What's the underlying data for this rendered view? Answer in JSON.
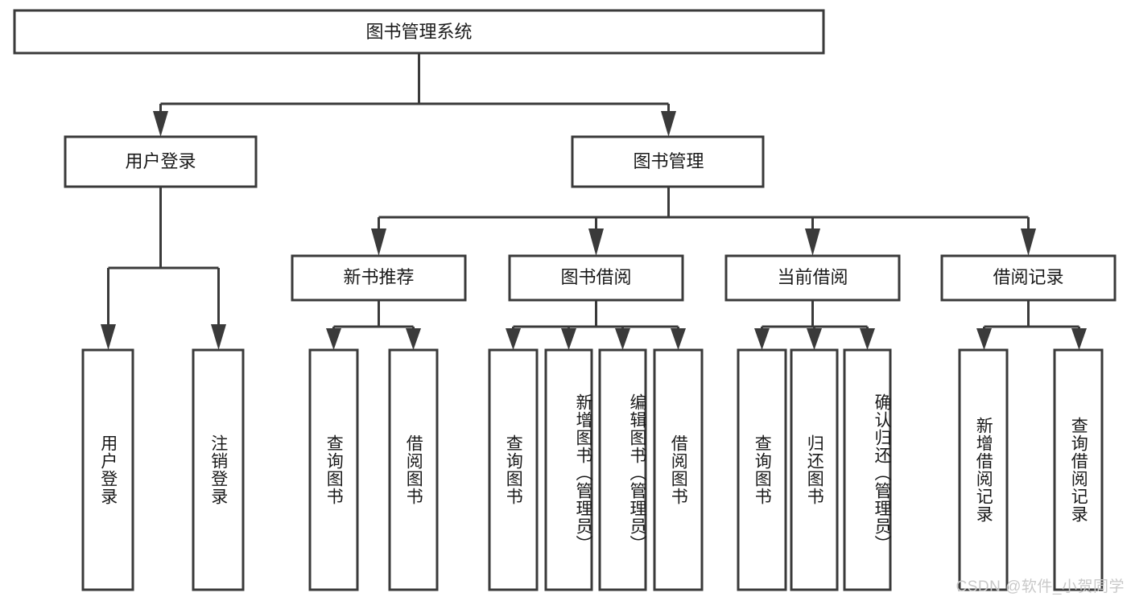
{
  "diagram": {
    "type": "tree-hierarchy",
    "title": "图书管理系统",
    "root": {
      "id": "root",
      "label": "图书管理系统",
      "orientation": "horizontal"
    },
    "level2": [
      {
        "id": "user-login",
        "label": "用户登录",
        "orientation": "horizontal"
      },
      {
        "id": "book-management",
        "label": "图书管理",
        "orientation": "horizontal"
      }
    ],
    "level3": [
      {
        "id": "new-book-recommend",
        "label": "新书推荐",
        "orientation": "horizontal",
        "parent": "book-management"
      },
      {
        "id": "book-borrow",
        "label": "图书借阅",
        "orientation": "horizontal",
        "parent": "book-management"
      },
      {
        "id": "current-borrow",
        "label": "当前借阅",
        "orientation": "horizontal",
        "parent": "book-management"
      },
      {
        "id": "borrow-record",
        "label": "借阅记录",
        "orientation": "horizontal",
        "parent": "book-management"
      }
    ],
    "leaves": [
      {
        "id": "leaf-user-login",
        "label": "用户登录",
        "parent": "user-login",
        "orientation": "vertical"
      },
      {
        "id": "leaf-user-logout",
        "label": "注销登录",
        "parent": "user-login",
        "orientation": "vertical"
      },
      {
        "id": "leaf-query-book-rec",
        "label": "查询图书",
        "parent": "new-book-recommend",
        "orientation": "vertical"
      },
      {
        "id": "leaf-borrow-book-rec",
        "label": "借阅图书",
        "parent": "new-book-recommend",
        "orientation": "vertical"
      },
      {
        "id": "leaf-query-book-borrow",
        "label": "查询图书",
        "parent": "book-borrow",
        "orientation": "vertical"
      },
      {
        "id": "leaf-add-book-admin",
        "label": "新增图书（管理员）",
        "parent": "book-borrow",
        "orientation": "vertical"
      },
      {
        "id": "leaf-edit-book-admin",
        "label": "编辑图书（管理员）",
        "parent": "book-borrow",
        "orientation": "vertical"
      },
      {
        "id": "leaf-borrow-book",
        "label": "借阅图书",
        "parent": "book-borrow",
        "orientation": "vertical"
      },
      {
        "id": "leaf-query-book-current",
        "label": "查询图书",
        "parent": "current-borrow",
        "orientation": "vertical"
      },
      {
        "id": "leaf-return-book",
        "label": "归还图书",
        "parent": "current-borrow",
        "orientation": "vertical"
      },
      {
        "id": "leaf-confirm-return-admin",
        "label": "确认归还（管理员）",
        "parent": "current-borrow",
        "orientation": "vertical"
      },
      {
        "id": "leaf-add-borrow-record",
        "label": "新增借阅记录",
        "parent": "borrow-record",
        "orientation": "vertical"
      },
      {
        "id": "leaf-query-borrow-record",
        "label": "查询借阅记录",
        "parent": "borrow-record",
        "orientation": "vertical"
      }
    ],
    "watermark": "CSDN @软件_小贺同学",
    "colors": {
      "stroke": "#3a3a3a",
      "box_fill": "#ffffff",
      "text": "#1a1a1a",
      "background": "#ffffff",
      "watermark": "#c9c9c9"
    }
  }
}
